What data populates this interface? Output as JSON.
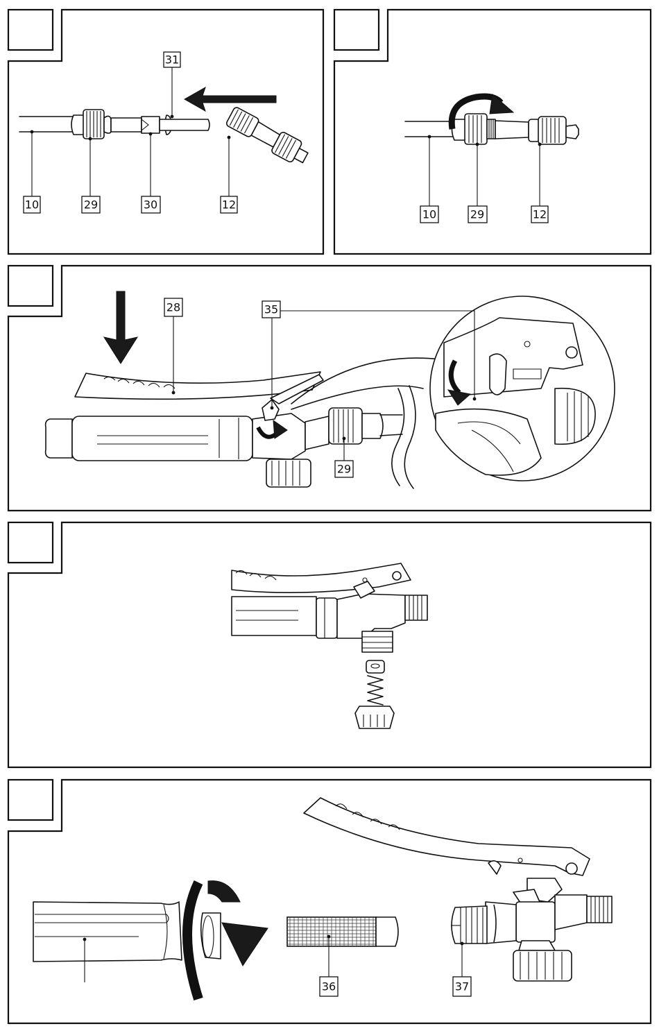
{
  "labels": {
    "p1_10": "10",
    "p1_29": "29",
    "p1_30": "30",
    "p1_12": "12",
    "p1_31": "31",
    "p2_10": "10",
    "p2_29": "29",
    "p2_12": "12",
    "p3_28": "28",
    "p3_35": "35",
    "p3_29": "29",
    "p5_36": "36",
    "p5_37": "37"
  }
}
